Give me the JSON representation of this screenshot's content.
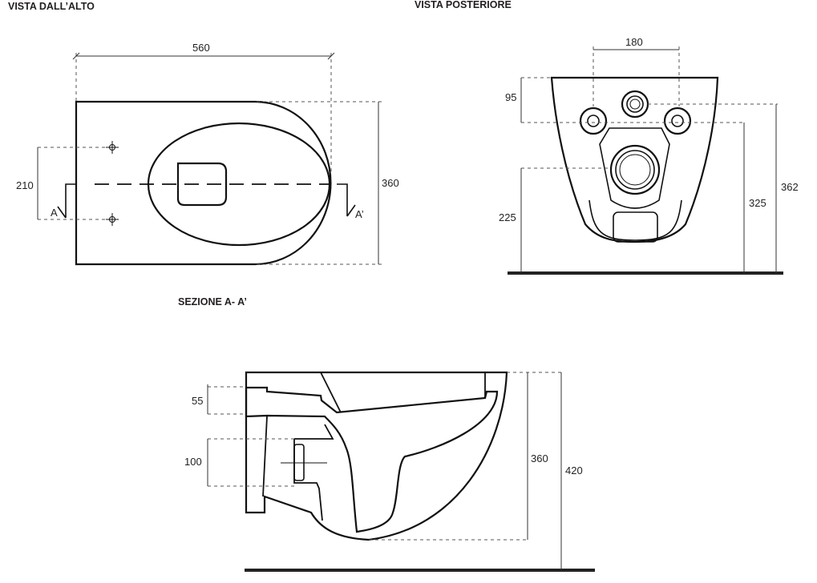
{
  "titles": {
    "top_view": "VISTA DALL’ALTO",
    "rear_view": "VISTA POSTERIORE",
    "section": "SEZIONE A- A’"
  },
  "top_view": {
    "width": "560",
    "fixing_spacing": "210",
    "depth": "360",
    "section_mark_left": "A",
    "section_mark_right": "A’"
  },
  "rear_view": {
    "pipe_spacing": "180",
    "pipe_offset": "95",
    "outlet_height": "225",
    "inlet_height": "325",
    "total_height": "362"
  },
  "section": {
    "inlet_height": "55",
    "outlet_height": "100",
    "bowl_height": "360",
    "rim_height": "420"
  }
}
